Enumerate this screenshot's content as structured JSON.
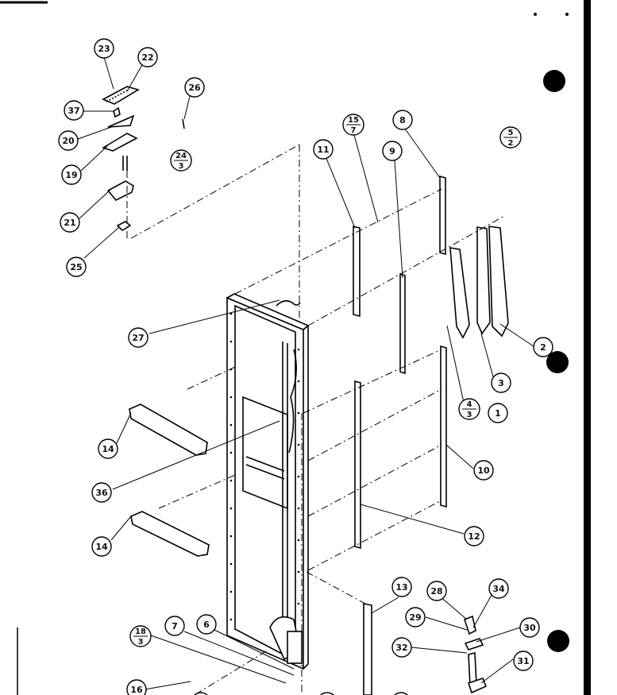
{
  "diagram": {
    "callouts": {
      "c1": "1",
      "c2": "2",
      "c3": "3",
      "c6": "6",
      "c7": "7",
      "c8": "8",
      "c9": "9",
      "c10": "10",
      "c11": "11",
      "c12": "12",
      "c13": "13",
      "c14a": "14",
      "c14b": "14",
      "c16": "16",
      "c19": "19",
      "c20": "20",
      "c21": "21",
      "c22": "22",
      "c23": "23",
      "c25": "25",
      "c26": "26",
      "c27": "27",
      "c28": "28",
      "c29": "29",
      "c30": "30",
      "c31": "31",
      "c32": "32",
      "c34": "34",
      "c36": "36",
      "c37": "37"
    },
    "fractions": {
      "f15_7": {
        "top": "15",
        "bottom": "7"
      },
      "f5_2": {
        "top": "5",
        "bottom": "2"
      },
      "f24_3": {
        "top": "24",
        "bottom": "3"
      },
      "f4_3": {
        "top": "4",
        "bottom": "3"
      },
      "f18_3": {
        "top": "18",
        "bottom": "3"
      }
    }
  }
}
